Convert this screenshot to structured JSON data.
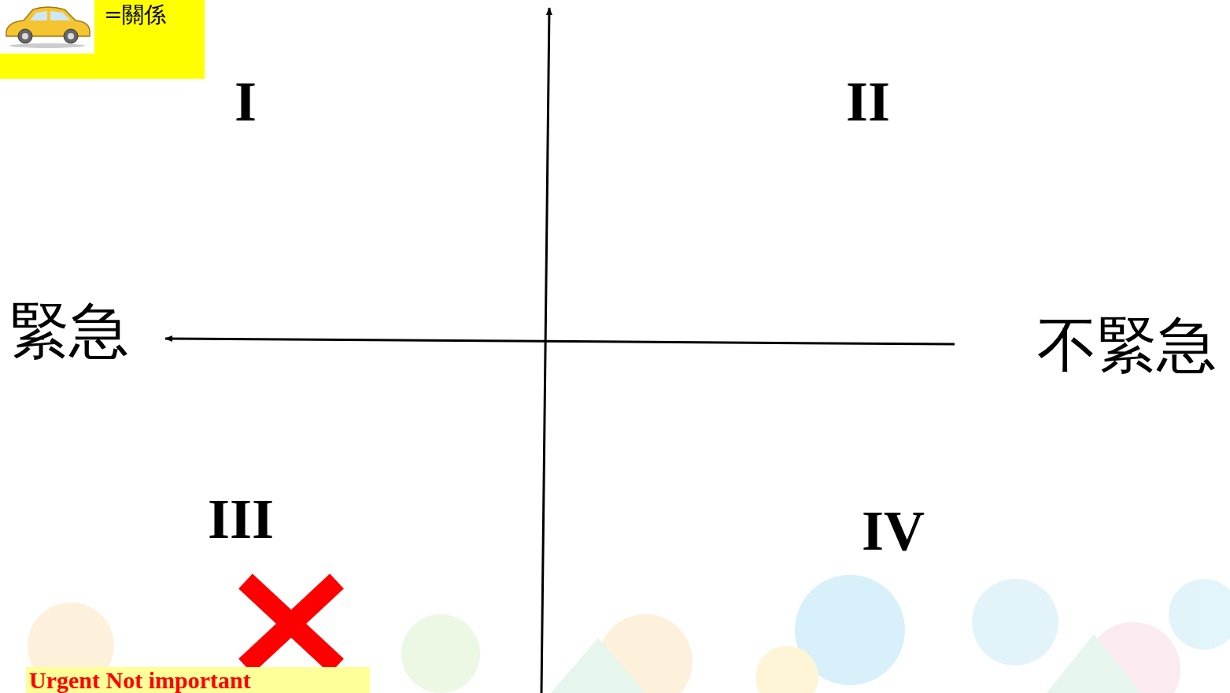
{
  "diagram": {
    "nodes": [
      {
        "text": [
          "=關係"
        ]
      },
      {
        "text": [
          "Urgent Not important"
        ]
      }
    ],
    "labels": [
      "I",
      "II",
      "緊急",
      "不緊急",
      "III",
      "IV"
    ]
  }
}
